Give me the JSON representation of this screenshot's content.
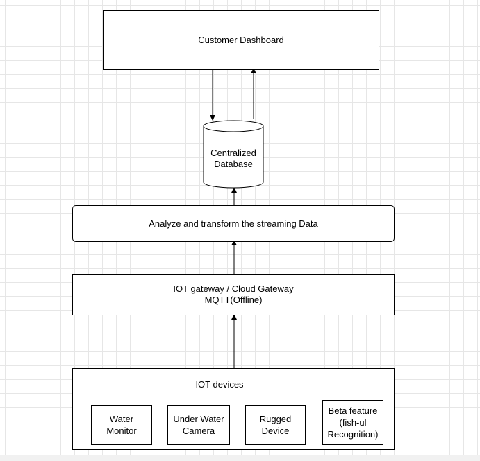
{
  "diagram": {
    "dashboard": {
      "label": "Customer Dashboard"
    },
    "database": {
      "label": "Centralized\nDatabase"
    },
    "analyze": {
      "label": "Analyze and transform the streaming Data"
    },
    "gateway": {
      "line1": "IOT gateway / Cloud Gateway",
      "line2": "MQTT(Offline)"
    },
    "iot_devices": {
      "title": "IOT devices",
      "devices": [
        {
          "label": "Water\nMonitor"
        },
        {
          "label": "Under Water\nCamera"
        },
        {
          "label": "Rugged\nDevice"
        },
        {
          "label": "Beta feature\n(fish-ul\nRecognition)"
        }
      ]
    }
  },
  "colors": {
    "stroke": "#000000",
    "grid": "#e6e6e6",
    "fill": "#ffffff"
  }
}
